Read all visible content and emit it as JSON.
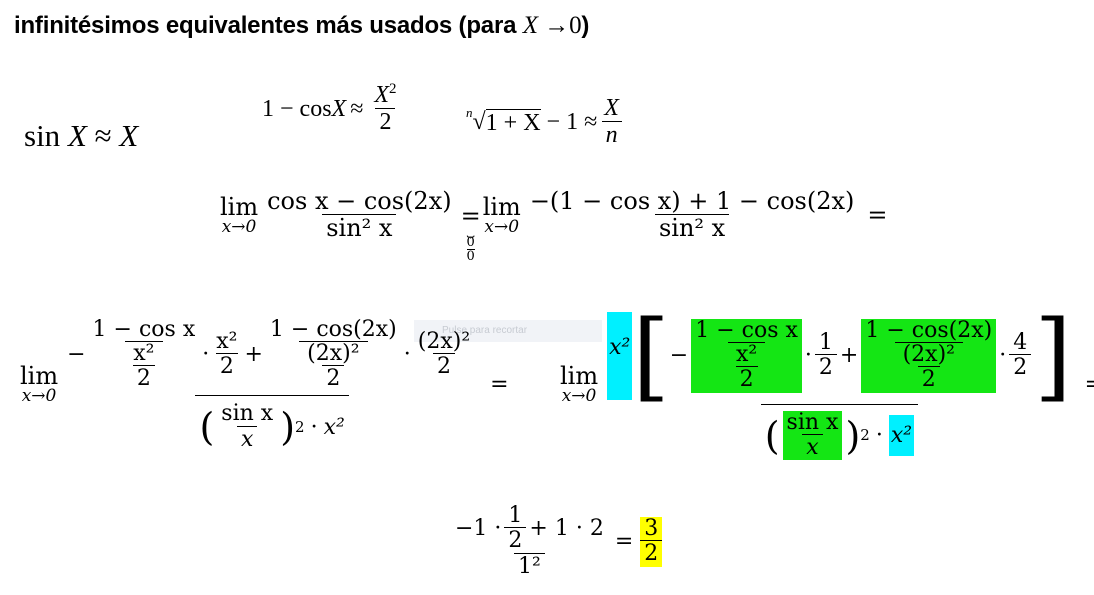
{
  "title": {
    "text": "infinitésimos equivalentes más usados (para",
    "var": "X",
    "arrow": "→",
    "zero": "0",
    "close": ")"
  },
  "eq_sin": {
    "lhs": "sin",
    "var": "X",
    "approx": "≈",
    "rhs": "X"
  },
  "eq_cos": {
    "lhs": "1 − cos",
    "var": "X",
    "approx": "≈",
    "num": "X",
    "exp": "2",
    "den": "2"
  },
  "eq_root": {
    "index": "n",
    "radicand": "1 + X",
    "minus": "− 1 ≈",
    "num": "X",
    "den": "n"
  },
  "step1": {
    "lim": "lim",
    "sub": "x→0",
    "num": "cos x − cos(2x)",
    "den": "sin² x",
    "eq": "=",
    "under1": "0",
    "under2": "0",
    "num2": "−(1 − cos x) + 1 − cos(2x)",
    "den2": "sin² x",
    "eq2": "="
  },
  "step2": {
    "lim": "lim",
    "sub": "x→0",
    "minus": "−",
    "t1_num": "1 − cos x",
    "t1_den": "x²",
    "t1_den2": "2",
    "dot": "·",
    "m1_num": "x²",
    "m1_den": "2",
    "plus": "+",
    "t2_num": "1 − cos(2x)",
    "t2_den": "(2x)²",
    "t2_den2": "2",
    "m2_num": "(2x)²",
    "m2_den": "2",
    "d_num": "sin x",
    "d_den": "x",
    "d_exp": "2",
    "d_x": "x²",
    "eq": "=",
    "r_x2": "x²",
    "r_m1": "1",
    "r_m1den": "2",
    "r_m2": "4",
    "r_m2den": "2",
    "eq2": "="
  },
  "step3": {
    "num_a": "−1 ·",
    "num_f": "1",
    "num_fden": "2",
    "num_b": "+ 1 · 2",
    "den": "1²",
    "eq": "=",
    "res_num": "3",
    "res_den": "2"
  },
  "overlay_text": "Pulse para recortar"
}
